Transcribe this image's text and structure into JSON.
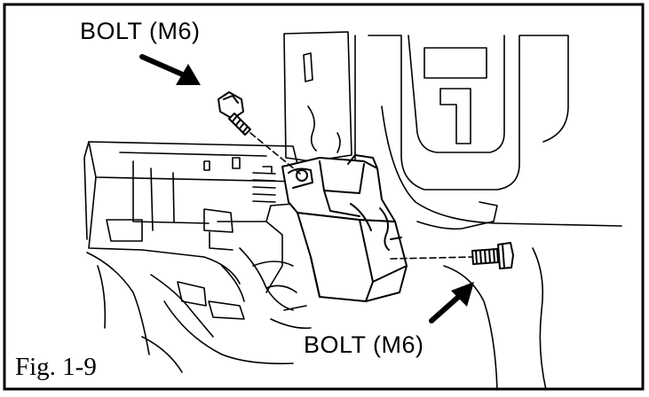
{
  "labels": {
    "top_callout": "BOLT (M6)",
    "bottom_callout": "BOLT (M6)"
  },
  "caption": "Fig. 1-9",
  "colors": {
    "line": "#000000",
    "background": "#ffffff"
  }
}
